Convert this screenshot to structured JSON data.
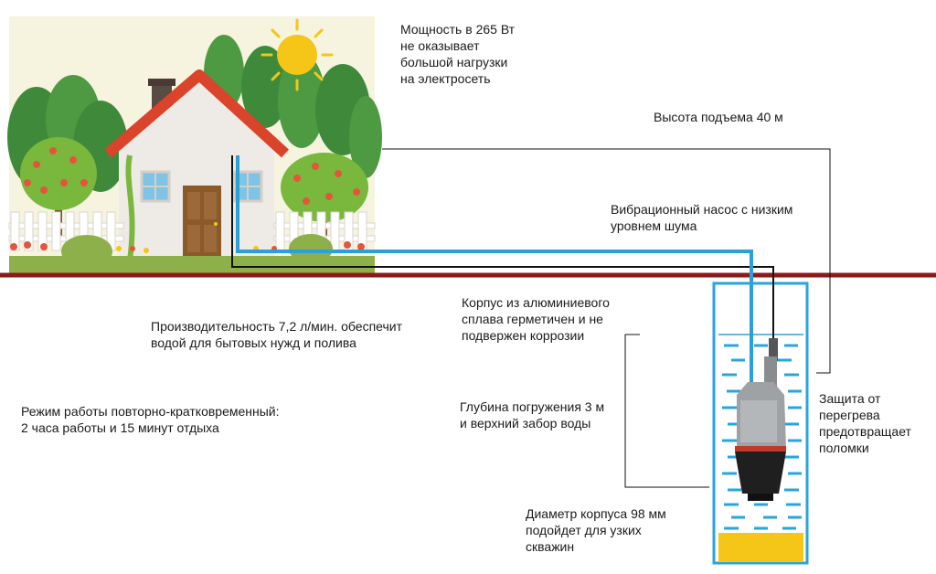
{
  "labels": {
    "power": [
      "Мощность в 265 Вт",
      "не оказывает",
      "большой нагрузки",
      "на электросеть"
    ],
    "lift_height": [
      "Высота подъема 40 м"
    ],
    "pump_type": [
      "Вибрационный насос с низким",
      "уровнем шума"
    ],
    "housing": [
      "Корпус из алюминиевого",
      "сплава герметичен и не",
      "подвержен коррозии"
    ],
    "productivity": [
      "Производительность 7,2 л/мин. обеспечит",
      "водой для бытовых нужд и полива"
    ],
    "mode": [
      "Режим работы повторно-кратковременный:",
      "2 часа работы и 15 минут отдыха"
    ],
    "depth": [
      "Глубина погружения 3 м",
      "и верхний забор воды"
    ],
    "overheat": [
      "Защита от",
      "перегрева",
      "предотвращает",
      "поломки"
    ],
    "diameter": [
      "Диаметр корпуса 98 мм",
      "подойдет для узких",
      "скважин"
    ]
  },
  "colors": {
    "ground": "#8b1a1a",
    "pipe": "#2a9fd8",
    "cable": "#111111",
    "well": "#2aa4dc",
    "water_dash": "#2aa4dc",
    "sediment": "#f5c518",
    "sky": "#f6f3df",
    "sun": "#f5c518",
    "roof": "#d9442b",
    "house_wall": "#eeeae6",
    "door": "#8a5a2b",
    "window": "#7fc3e5",
    "tree_dark": "#3f8a3a",
    "tree_light": "#79b83c",
    "fruit": "#e5553b",
    "grass": "#8db04a"
  },
  "icons": {
    "sun": "sun-icon",
    "house": "house-icon",
    "pump": "pump-icon"
  }
}
